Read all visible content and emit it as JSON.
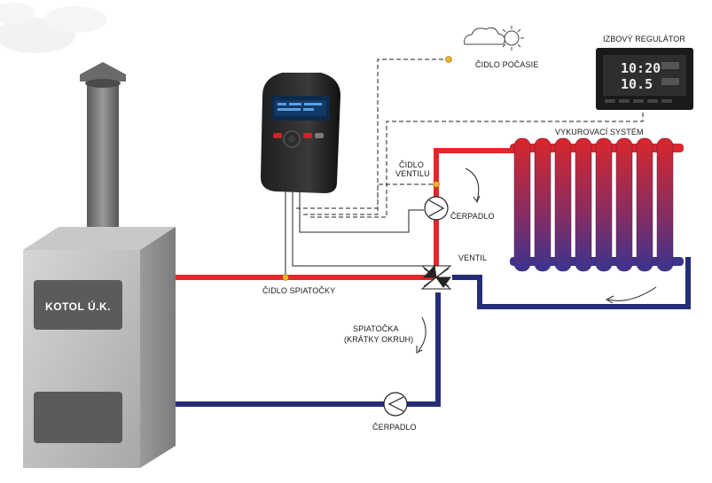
{
  "labels": {
    "boiler": "KOTOL Ú.K.",
    "weather_sensor": "ČIDLO POČASIE",
    "room_regulator": "IZBOVÝ REGULÁTOR",
    "heating_system": "VYKUROVACÍ SYSTÉM",
    "valve_sensor_line1": "ČIDLO",
    "valve_sensor_line2": "VENTILU",
    "pump_top": "ČERPADLO",
    "valve": "VENTIL",
    "return_sensor": "ČIDLO SPIATOČKY",
    "return_line1": "SPIATOČKA",
    "return_line2": "(KRÁTKY OKRUH)",
    "pump_bottom": "ČERPADLO"
  },
  "regulator_display": {
    "time": "10:20",
    "temp": "10.5"
  },
  "colors": {
    "hot_pipe": "#e5262b",
    "cold_pipe": "#252d78",
    "signal_line": "#222222",
    "sensor_dot": "#f0b323",
    "boiler_body": "#b8b8b8",
    "boiler_panel": "#5b5b5b",
    "radiator_top": "#d9262b",
    "radiator_bottom": "#3a3490"
  },
  "icons": [
    "cloud-sun-icon",
    "pump-icon",
    "mixing-valve-icon",
    "flow-arrow-icon"
  ]
}
